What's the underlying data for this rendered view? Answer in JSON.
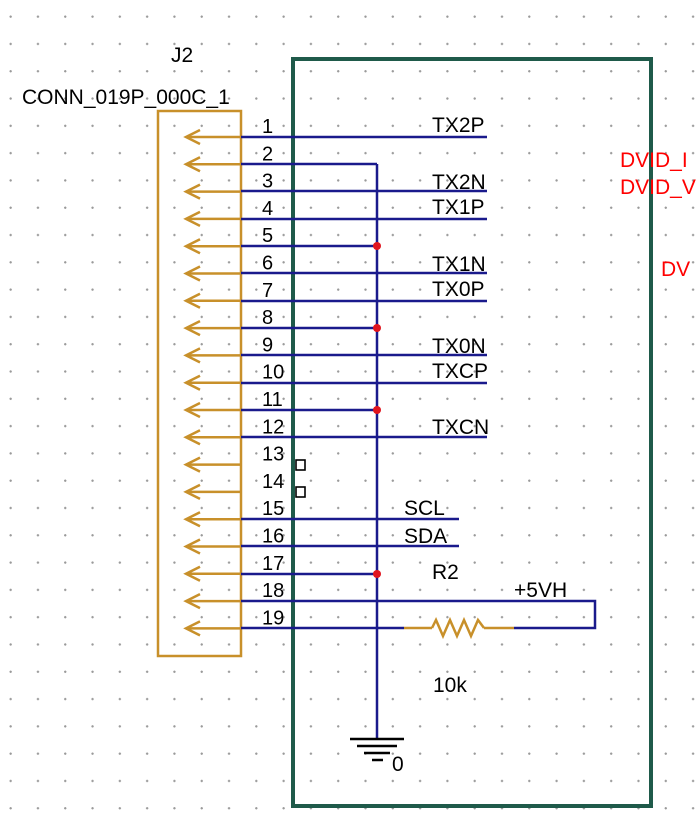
{
  "connector": {
    "ref": "J2",
    "part": "CONN_019P_000C_1",
    "pins": [
      "1",
      "2",
      "3",
      "4",
      "5",
      "6",
      "7",
      "8",
      "9",
      "10",
      "11",
      "12",
      "13",
      "14",
      "15",
      "16",
      "17",
      "18",
      "19"
    ]
  },
  "nets": {
    "tx2p": "TX2P",
    "tx2n": "TX2N",
    "tx1p": "TX1P",
    "tx1n": "TX1N",
    "tx0p": "TX0P",
    "tx0n": "TX0N",
    "txcp": "TXCP",
    "txcn": "TXCN",
    "scl": "SCL",
    "sda": "SDA",
    "vcc": "+5VH",
    "gnd": "0"
  },
  "resistor": {
    "ref": "R2",
    "value": "10k"
  },
  "offpage": [
    "DVID_I",
    "DVID_V",
    "DV"
  ],
  "colors": {
    "wire": "#1a1a8c",
    "component": "#c8902a",
    "frame": "#1f5a4a",
    "junction": "#e0141e",
    "offpage_text": "#ff0000"
  }
}
